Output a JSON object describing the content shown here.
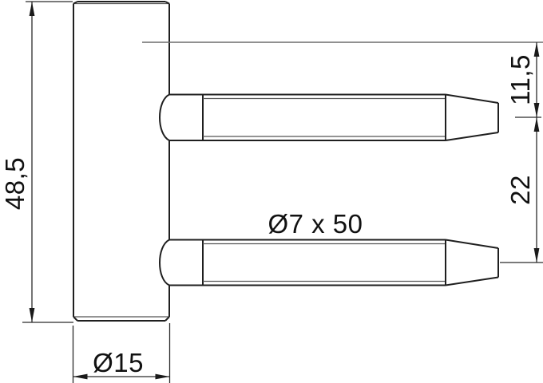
{
  "drawing": {
    "type": "technical-dimension-drawing",
    "colors": {
      "background": "#ffffff",
      "outline": "#1f1f1f",
      "dimension_lines": "#2b2b2b",
      "reference_line": "#6b6b6b",
      "text": "#111111"
    }
  },
  "dimensions": {
    "overall_height": {
      "label": "48,5",
      "value": 48.5
    },
    "barrel_diameter": {
      "label": "Ø15",
      "value": 15
    },
    "pin_spec": {
      "label": "Ø7 x 50",
      "diameter": 7,
      "length": 50
    },
    "top_to_pin_center": {
      "label": "11,5",
      "value": 11.5
    },
    "pin_center_spacing": {
      "label": "22",
      "value": 22
    }
  }
}
